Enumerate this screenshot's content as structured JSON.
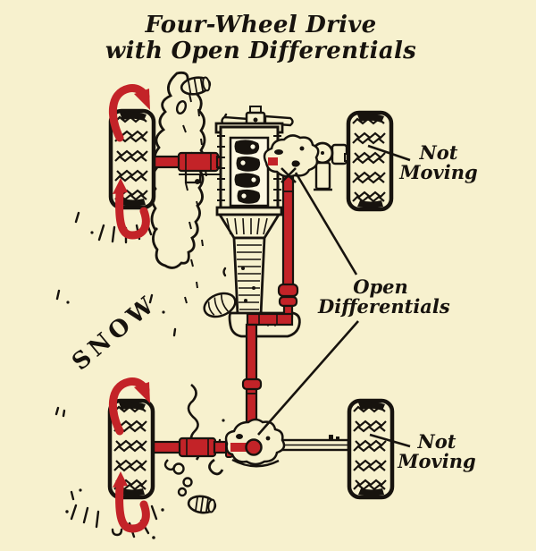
{
  "title": {
    "line1": "Four-Wheel Drive",
    "line2": "with Open Differentials"
  },
  "annotations": {
    "front_right_wheel": "Not Moving",
    "rear_right_wheel": "Not Moving",
    "differentials": "Open Differentials",
    "snow": "SNOW"
  },
  "diagram": {
    "type": "drivetrain-illustration",
    "view": "top-down vehicle chassis",
    "spinning_wheels": [
      "front-left",
      "rear-left"
    ],
    "stationary_wheels": [
      "front-right",
      "rear-right"
    ],
    "powered_path_color": "#c32328",
    "colors": {
      "background": "#f7f1ce",
      "ink": "#17130e",
      "accent_red": "#c32328"
    }
  }
}
